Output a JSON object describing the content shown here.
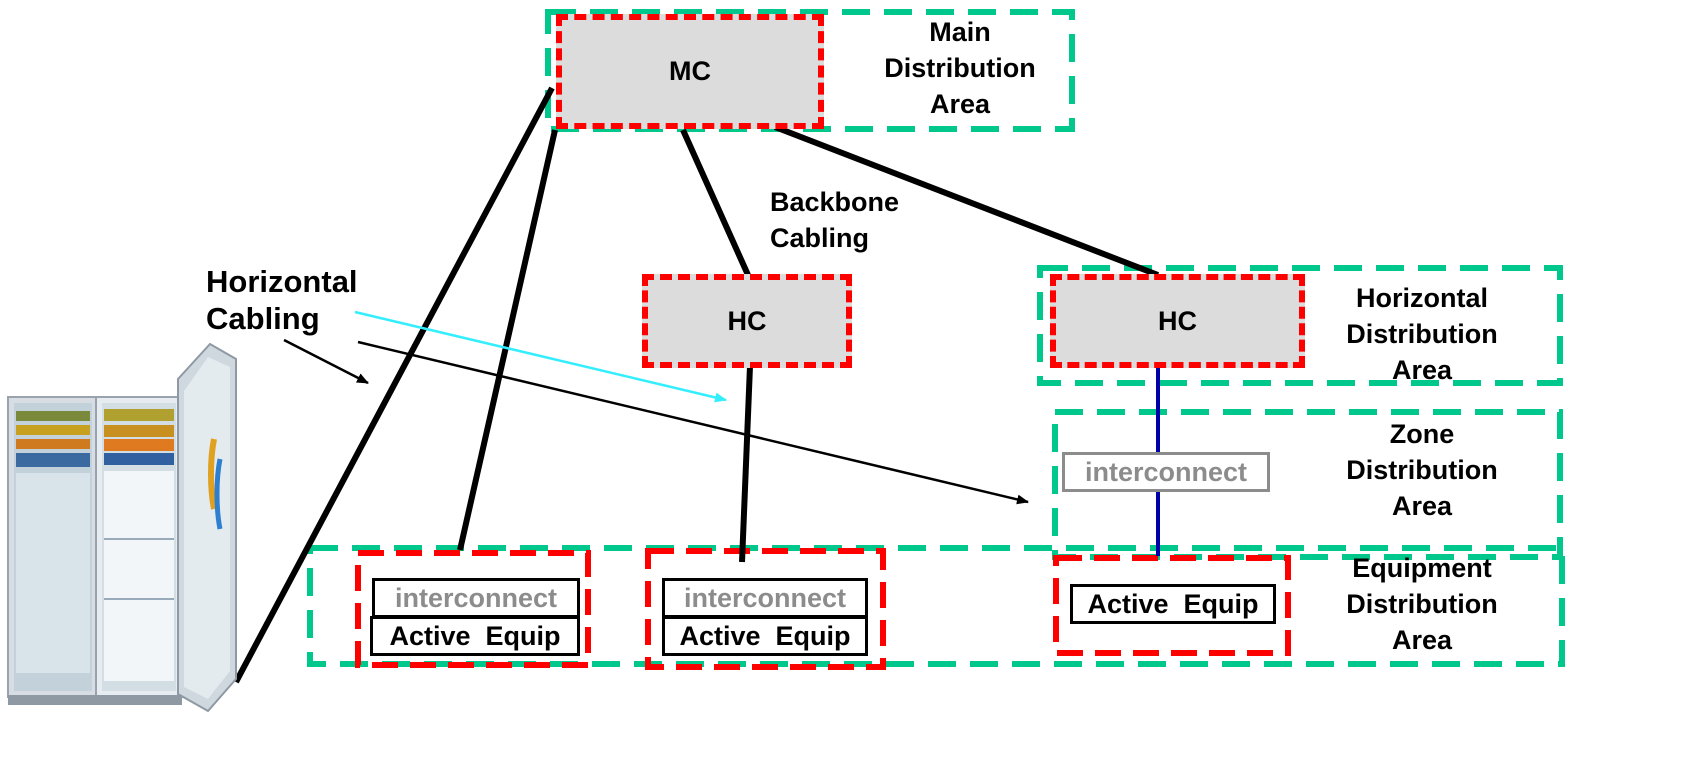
{
  "nodes": {
    "mc": "MC",
    "hc_middle": "HC",
    "hc_right": "HC"
  },
  "areas": {
    "main": [
      "Main",
      "Distribution",
      "Area"
    ],
    "horizontal": [
      "Horizontal",
      "Distribution",
      "Area"
    ],
    "zone": [
      "Zone",
      "Distribution",
      "Area"
    ],
    "equipment": [
      "Equipment",
      "Distribution",
      "Area"
    ]
  },
  "labels": {
    "backbone": [
      "Backbone",
      "Cabling"
    ],
    "horizontal_cabling": [
      "Horizontal",
      "Cabling"
    ]
  },
  "equipment": {
    "interconnect": "interconnect",
    "active": "Active  Equip"
  },
  "colors": {
    "area_border": "#00c88c",
    "node_border": "#ff0000",
    "node_fill": "#dcdcdc",
    "zone_link": "#0000aa",
    "horizontal_arrow": "#33eeff"
  },
  "icons": {
    "rack": "server-rack-cabinet-icon"
  }
}
